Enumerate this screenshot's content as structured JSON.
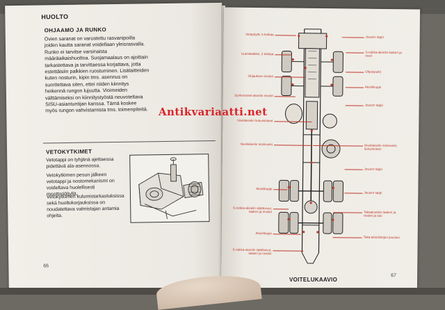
{
  "left_page": {
    "section_title": "HUOLTO",
    "heading_1": "OHJAAMO JA RUNKO",
    "paragraph_1": "Ovien saranat on varustettu rasvanipoilla joiden kautta saranat voidellaan yleisrasvalla. Runko ei tarvitse varsinaista määräaikaishuoltoa. Suojamaalaus on ajoittain tarkastettava ja tarvittaessa korjattava, jotta estettäisiin palkkien ruostuminen. Lisälaitteiden kuten nosturin, kipin tms. asennus on suoritettava siten, ettei niiden kiinnitys heikennä rungon lujuutta. Vioimeiden välttämiseksi on kiinnitystyöstä neuvoteltava SISU-asiantuntijan kanssa. Tämä koskee myös rungon vahvistamista tms. toimenpiteitä.",
    "heading_2": "VETOKYTKIMET",
    "paragraph_2": "Vetotappi on tyhjänä ajettaessa pidettävä ala-asennossa.",
    "paragraph_3": "Vetokytkimen pesun jälkeen vetotappi ja nostomekanismi on voideltava huolellisesti moottoriöljyllä.",
    "paragraph_4": "Vetokytkimen kulumistarkastuksissa sekä huoltokorjauksissa on noudatettava valmistajan antamia ohjeita.",
    "page_number": "66"
  },
  "right_page": {
    "caption": "VOITELUKAAVIO",
    "page_number": "67",
    "callouts_left": [
      "Vetopöytä, 5 kohtaa",
      "Uutinlaatikko, 2 kohtaa",
      "Ohjauksen nivelet",
      "Synkronointi-akselin nivelet",
      "Nivelakselin liukumiisteet",
      "Nivelakselin ristinivelet",
      "Akselikuppi",
      "S-nokka-akselin säätövivut, laakeri ja nivelet",
      "Akselikuppi",
      "S-nokka-akselin säätövivut, laakeri ja nivelet"
    ],
    "callouts_right": [
      "Jousen tappi",
      "S-nokka-akselin laakeri ja nivel",
      "Ohjaispultti",
      "Akselikuppi",
      "Jousen tappi",
      "Nivelakselin ristinivelet, liukumisteet",
      "Jousen tappi",
      "Jousen tappi",
      "Takaakselien laakeri ja nivelet ja tuki",
      "Taka-akselistojen jousitus"
    ]
  },
  "watermark": "Antikvariaatti.net",
  "colors": {
    "callout": "#c0392b",
    "watermark": "#d9232a",
    "paper": "#efece6"
  }
}
